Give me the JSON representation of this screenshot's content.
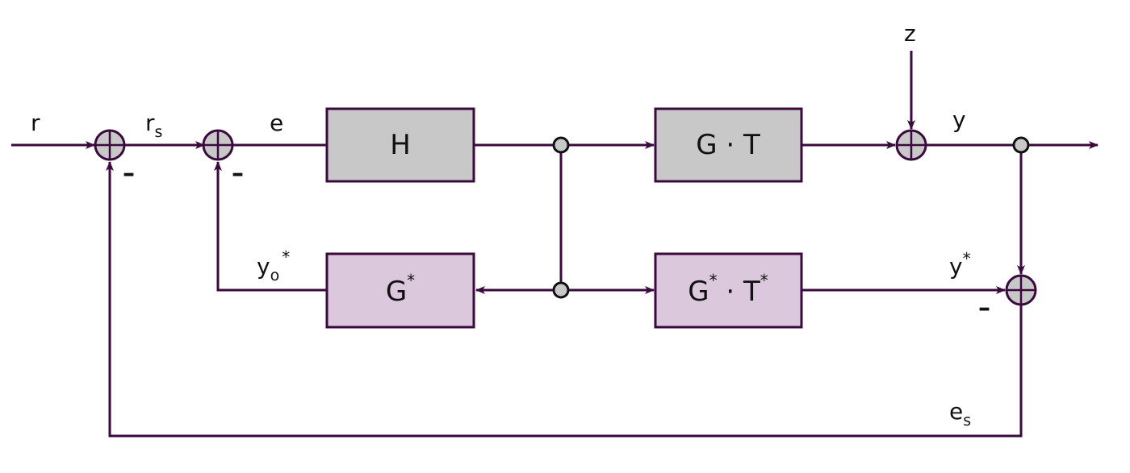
{
  "colors": {
    "line": "#3b0a3d",
    "plant_fill": "#c8c8c8",
    "model_fill": "#dcc8dc",
    "junction_fill": "#c8c8c8"
  },
  "blocks": {
    "controller": {
      "base": "H",
      "sup": "",
      "rest": "",
      "rest_sup": ""
    },
    "plant": {
      "base": "G · T",
      "sup": "",
      "rest": "",
      "rest_sup": ""
    },
    "model": {
      "base": "G",
      "sup": "*",
      "rest": "",
      "rest_sup": ""
    },
    "model_delay": {
      "base": "G",
      "sup": "*",
      "rest": " · T",
      "rest_sup": "*"
    }
  },
  "signals": {
    "r": {
      "base": "r",
      "sub": "",
      "sup": ""
    },
    "rs": {
      "base": "r",
      "sub": "s",
      "sup": ""
    },
    "e": {
      "base": "e",
      "sub": "",
      "sup": ""
    },
    "z": {
      "base": "z",
      "sub": "",
      "sup": ""
    },
    "y": {
      "base": "y",
      "sub": "",
      "sup": ""
    },
    "yo": {
      "base": "y",
      "sub": "o",
      "sup": "*"
    },
    "ystar": {
      "base": "y",
      "sub": "",
      "sup": "*"
    },
    "es": {
      "base": "e",
      "sub": "s",
      "sup": ""
    }
  },
  "signs": {
    "sum1_feedback": "–",
    "sum2_feedback": "–",
    "sum4_model": "–"
  }
}
